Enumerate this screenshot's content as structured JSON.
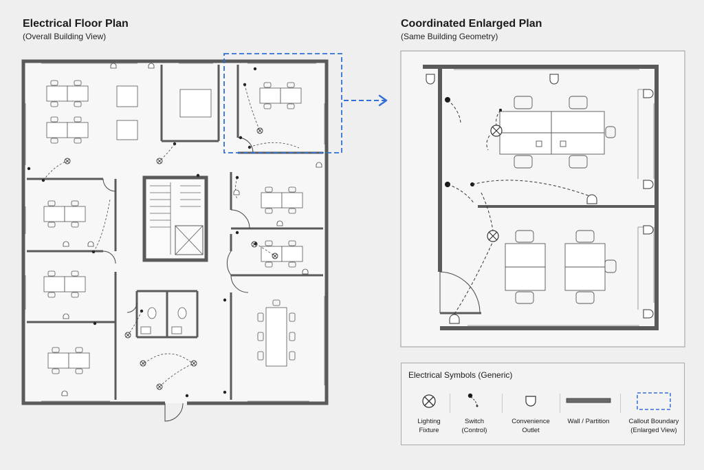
{
  "left_plan": {
    "title": "Electrical Floor Plan",
    "subtitle": "(Overall Building View)"
  },
  "right_plan": {
    "title": "Coordinated Enlarged Plan",
    "subtitle": "(Same Building Geometry)"
  },
  "legend": {
    "title": "Electrical Symbols (Generic)",
    "items": [
      {
        "label": "Lighting\nFixture",
        "icon": "lighting-fixture-icon"
      },
      {
        "label": "Switch\n(Control)",
        "icon": "switch-icon"
      },
      {
        "label": "Convenience\nOutlet",
        "icon": "convenience-outlet-icon"
      },
      {
        "label": "Wall / Partition",
        "icon": "wall-partition-icon"
      },
      {
        "label": "Callout Boundary\n(Enlarged View)",
        "icon": "callout-boundary-icon"
      }
    ]
  },
  "colors": {
    "wall": "#5a5a5a",
    "callout": "#2f6fd6",
    "line": "#333333",
    "background": "#efefef"
  }
}
